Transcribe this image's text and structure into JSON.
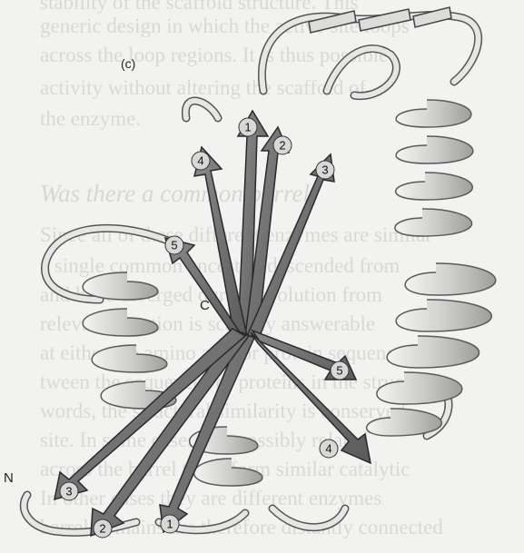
{
  "background_text": {
    "lines": [
      "stability of the scaffold structure. This",
      "generic design in which the active site loops",
      "across the loop regions. It is thus possible",
      "activity without altering the scaffold of",
      "the enzyme."
    ],
    "heading": "Was there a common barrel",
    "lines_lower": [
      "Since all of these different enzymes are similar",
      "a single common ancestor, descended from",
      "and have diverged during evolution from",
      "relevant question is scarcely answerable",
      "at either the amino acid or protein sequence",
      "tween the sequences of proteins in the structural",
      "words, the structural similarity is conserved",
      "site. In some cases it is possibly related",
      "across the barrel to perform similar catalytic",
      "In other cases they are different enzymes",
      "barrel domains are therefore distantly connected"
    ]
  },
  "figure": {
    "panel_label": "(c)",
    "c_terminus": "C",
    "n_terminus": "N",
    "strand_numbers_top": [
      "1",
      "2",
      "3",
      "4",
      "5"
    ],
    "strand_numbers_bottom": [
      "1",
      "2",
      "3",
      "4",
      "5"
    ],
    "colors": {
      "strand_fill": "#707070",
      "strand_edge": "#2a2a2a",
      "helix_fill": "#cfcfcd",
      "helix_edge": "#5a5a5a",
      "label_circle": "#d8d8d6"
    }
  }
}
